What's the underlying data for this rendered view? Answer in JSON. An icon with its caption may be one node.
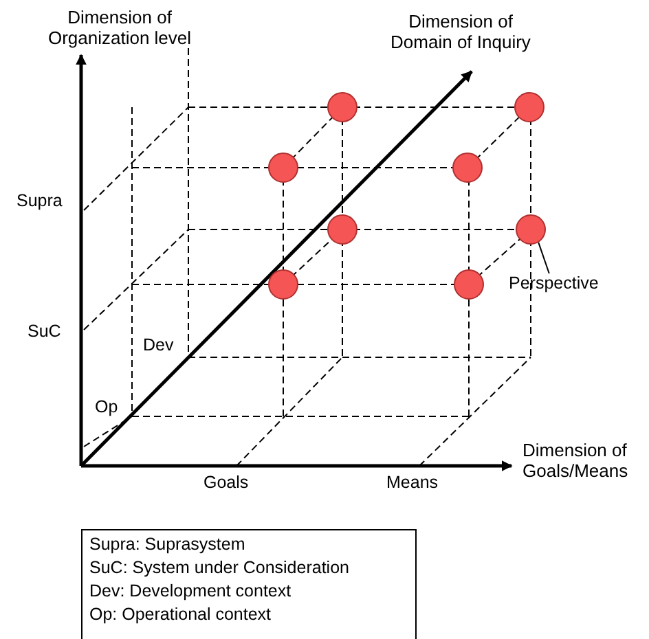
{
  "diagram": {
    "nodes": [
      {
        "text": [],
        "shape": "circle"
      },
      {
        "text": [],
        "shape": "circle"
      },
      {
        "text": [],
        "shape": "circle"
      },
      {
        "text": [],
        "shape": "circle"
      },
      {
        "text": [],
        "shape": "circle"
      },
      {
        "text": [],
        "shape": "circle"
      },
      {
        "text": [],
        "shape": "circle"
      },
      {
        "text": [],
        "shape": "circle"
      },
      {
        "text": [
          "Perspective"
        ]
      }
    ],
    "edges": [
      {
        "from": 8,
        "to": 5,
        "arrow": "none"
      }
    ],
    "labels": [
      "Dimension of Organization level",
      "Dimension of Domain of Inquiry",
      "Supra",
      "SuC",
      "Dev",
      "Op",
      "Goals",
      "Means",
      "Dimension of Goals/Means",
      "Supra: Suprasystem",
      "SuC: System under Consideration",
      "Dev: Development context",
      "Op: Operational context"
    ]
  }
}
